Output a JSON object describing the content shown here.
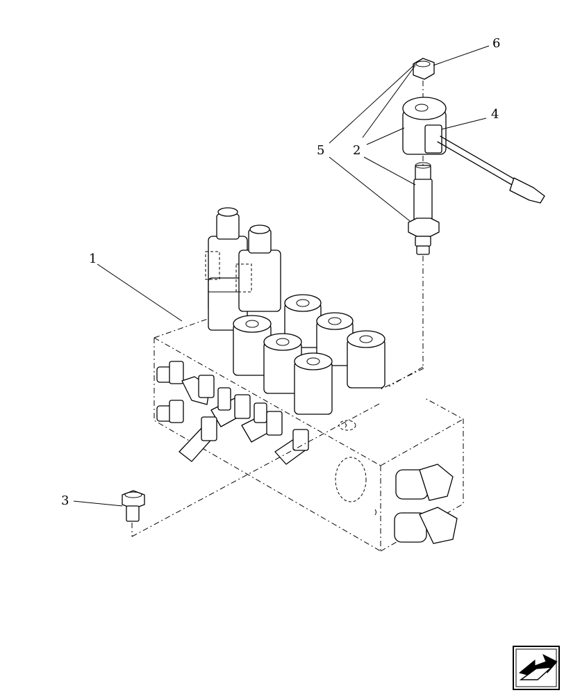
{
  "callouts": {
    "c1": "1",
    "c2": "2",
    "c3": "3",
    "c4": "4",
    "c5": "5",
    "c6": "6"
  },
  "icons": {
    "nav": "next-page-arrow-icon"
  }
}
